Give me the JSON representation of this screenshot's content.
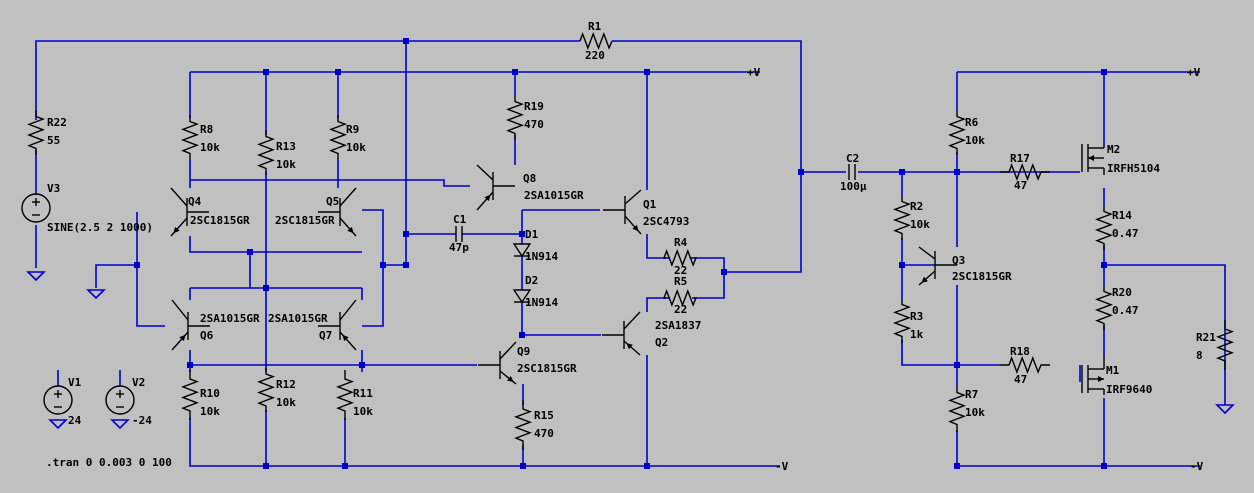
{
  "components": [
    {
      "ref": "R1",
      "value": "220",
      "kind": "resistor"
    },
    {
      "ref": "R22",
      "value": "55",
      "kind": "resistor"
    },
    {
      "ref": "V3",
      "value": "SINE(2.5 2 1000)",
      "kind": "voltage-source"
    },
    {
      "ref": "R8",
      "value": "10k",
      "kind": "resistor"
    },
    {
      "ref": "R13",
      "value": "10k",
      "kind": "resistor"
    },
    {
      "ref": "R9",
      "value": "10k",
      "kind": "resistor"
    },
    {
      "ref": "R19",
      "value": "470",
      "kind": "resistor"
    },
    {
      "ref": "Q4",
      "value": "2SC1815GR",
      "kind": "npn"
    },
    {
      "ref": "Q5",
      "value": "2SC1815GR",
      "kind": "npn"
    },
    {
      "ref": "Q8",
      "value": "2SA1015GR",
      "kind": "pnp"
    },
    {
      "ref": "Q1",
      "value": "2SC4793",
      "kind": "npn"
    },
    {
      "ref": "C1",
      "value": "47p",
      "kind": "capacitor"
    },
    {
      "ref": "D1",
      "value": "1N914",
      "kind": "diode"
    },
    {
      "ref": "D2",
      "value": "1N914",
      "kind": "diode"
    },
    {
      "ref": "R4",
      "value": "22",
      "kind": "resistor"
    },
    {
      "ref": "R5",
      "value": "22",
      "kind": "resistor"
    },
    {
      "ref": "Q6",
      "value": "2SA1015GR",
      "kind": "pnp"
    },
    {
      "ref": "Q7",
      "value": "2SA1015GR",
      "kind": "pnp"
    },
    {
      "ref": "Q2",
      "value": "2SA1837",
      "kind": "pnp"
    },
    {
      "ref": "Q9",
      "value": "2SC1815GR",
      "kind": "npn"
    },
    {
      "ref": "R10",
      "value": "10k",
      "kind": "resistor"
    },
    {
      "ref": "R12",
      "value": "10k",
      "kind": "resistor"
    },
    {
      "ref": "R11",
      "value": "10k",
      "kind": "resistor"
    },
    {
      "ref": "R15",
      "value": "470",
      "kind": "resistor"
    },
    {
      "ref": "V1",
      "value": "24",
      "kind": "voltage-source"
    },
    {
      "ref": "V2",
      "value": "-24",
      "kind": "voltage-source"
    },
    {
      "ref": "C2",
      "value": "100µ",
      "kind": "capacitor"
    },
    {
      "ref": "R6",
      "value": "10k",
      "kind": "resistor"
    },
    {
      "ref": "R2",
      "value": "10k",
      "kind": "resistor"
    },
    {
      "ref": "Q3",
      "value": "2SC1815GR",
      "kind": "npn"
    },
    {
      "ref": "R3",
      "value": "1k",
      "kind": "resistor"
    },
    {
      "ref": "R7",
      "value": "10k",
      "kind": "resistor"
    },
    {
      "ref": "R17",
      "value": "47",
      "kind": "resistor"
    },
    {
      "ref": "R18",
      "value": "47",
      "kind": "resistor"
    },
    {
      "ref": "M2",
      "value": "IRFH5104",
      "kind": "nmos"
    },
    {
      "ref": "M1",
      "value": "IRF9640",
      "kind": "pmos"
    },
    {
      "ref": "R14",
      "value": "0.47",
      "kind": "resistor"
    },
    {
      "ref": "R20",
      "value": "0.47",
      "kind": "resistor"
    },
    {
      "ref": "R21",
      "value": "8",
      "kind": "resistor"
    }
  ],
  "net_labels": {
    "vplus": "+V",
    "vminus": "-V",
    "source_plus": "+"
  },
  "directive": ".tran 0 0.003 0 100",
  "colors": {
    "background": "#c0c0c0",
    "wire": "#0000cc",
    "component": "#000000"
  }
}
